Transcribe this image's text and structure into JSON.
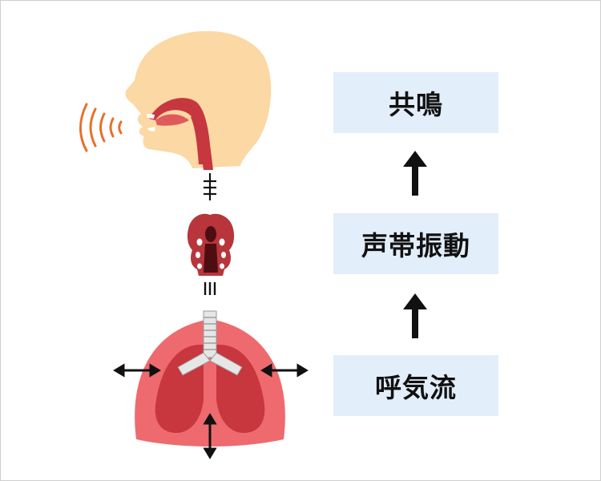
{
  "flow_steps": {
    "resonance": "共鳴",
    "vocal_fold_vibration": "声帯振動",
    "airflow": "呼気流"
  },
  "icons": {
    "head": "head-profile-illustration",
    "sound": "sound-waves-icon",
    "larynx": "larynx-illustration",
    "lungs": "lungs-illustration",
    "arrows": [
      "double-arrow-icon",
      "up-arrow-icon"
    ]
  },
  "colors": {
    "skin": "#fbd8a4",
    "vocal_tract": "#c7373f",
    "sound_waves": "#e8702a",
    "lung_outer": "#ee6a6e",
    "lung_inner": "#c8363e",
    "larynx": "#b7353b",
    "box_fill": "#e3eefb",
    "arrow": "#111111"
  }
}
